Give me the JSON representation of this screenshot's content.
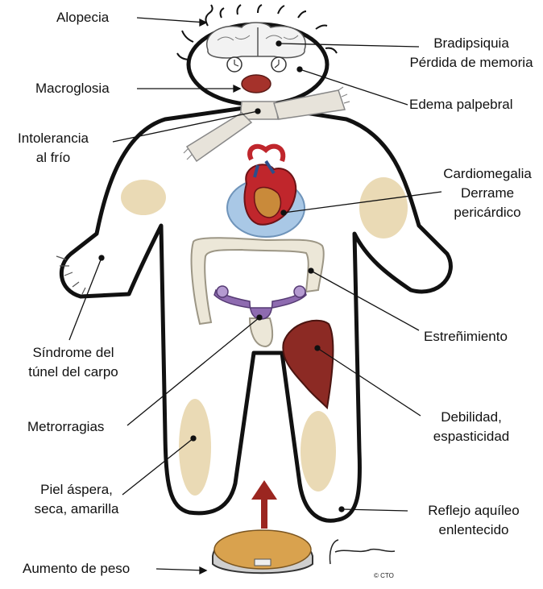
{
  "labels": {
    "alopecia": "Alopecia",
    "bradipsiquia": "Bradipsiquia",
    "perdida_memoria": "Pérdida de memoria",
    "macroglosia": "Macroglosia",
    "edema_palpebral": "Edema palpebral",
    "intolerancia_1": "Intolerancia",
    "intolerancia_2": "al frío",
    "cardiomegalia": "Cardiomegalia",
    "derrame_1": "Derrame",
    "derrame_2": "pericárdico",
    "tunel_1": "Síndrome del",
    "tunel_2": "túnel del carpo",
    "estrenimiento": "Estreñimiento",
    "metrorragias": "Metrorragias",
    "debilidad_1": "Debilidad,",
    "debilidad_2": "espasticidad",
    "piel_1": "Piel  áspera,",
    "piel_2": "seca, amarilla",
    "reflejo_1": "Reflejo aquíleo",
    "reflejo_2": "enlentecido",
    "peso": "Aumento de peso"
  },
  "credits": {
    "copyright": "© CTO"
  },
  "colors": {
    "outline": "#111111",
    "scarf": "#e7e3da",
    "heart": "#c0262c",
    "pericardium": "#a9c8e6",
    "intestine": "#ece7d8",
    "uterus": "#8e6bb0",
    "muscle": "#8c2a24",
    "skin_patch": "#e8d6ad",
    "scale": "#d9a24e",
    "arrow": "#9b2620",
    "tongue": "#a5322b"
  },
  "icons": [
    "clock-icon",
    "up-arrow-icon",
    "brain-icon"
  ]
}
